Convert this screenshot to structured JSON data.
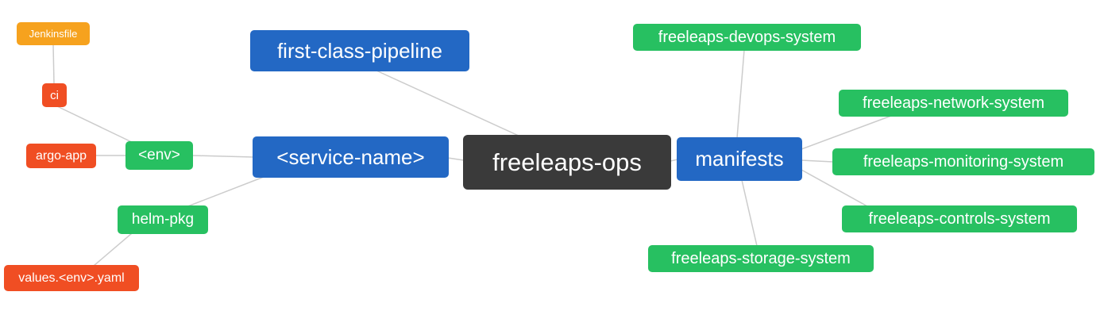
{
  "diagram": {
    "root": {
      "label": "freeleaps-ops"
    },
    "nodes": {
      "first_class_pipeline": {
        "label": "first-class-pipeline"
      },
      "service_name": {
        "label": "<service-name>"
      },
      "env": {
        "label": "<env>"
      },
      "ci": {
        "label": "ci"
      },
      "jenkinsfile": {
        "label": "Jenkinsfile"
      },
      "argo_app": {
        "label": "argo-app"
      },
      "helm_pkg": {
        "label": "helm-pkg"
      },
      "values_env_yaml": {
        "label": "values.<env>.yaml"
      },
      "manifests": {
        "label": "manifests"
      },
      "devops_system": {
        "label": "freeleaps-devops-system"
      },
      "network_system": {
        "label": "freeleaps-network-system"
      },
      "monitoring_system": {
        "label": "freeleaps-monitoring-system"
      },
      "controls_system": {
        "label": "freeleaps-controls-system"
      },
      "storage_system": {
        "label": "freeleaps-storage-system"
      }
    },
    "edges": [
      "jenkinsfile-ci",
      "ci-env",
      "argo_app-env",
      "env-service_name",
      "service_name-helm_pkg",
      "helm_pkg-values_env_yaml",
      "service_name-root",
      "first_class_pipeline-root",
      "root-manifests",
      "manifests-devops_system",
      "manifests-network_system",
      "manifests-monitoring_system",
      "manifests-controls_system",
      "manifests-storage_system"
    ],
    "colors": {
      "root_bg": "#3a3a3a",
      "primary_blue": "#2368c4",
      "leaf_green": "#27c061",
      "accent_red": "#f04e23",
      "accent_orange": "#f6a21e",
      "edge_gray": "#cccccc",
      "text": "#ffffff"
    }
  }
}
